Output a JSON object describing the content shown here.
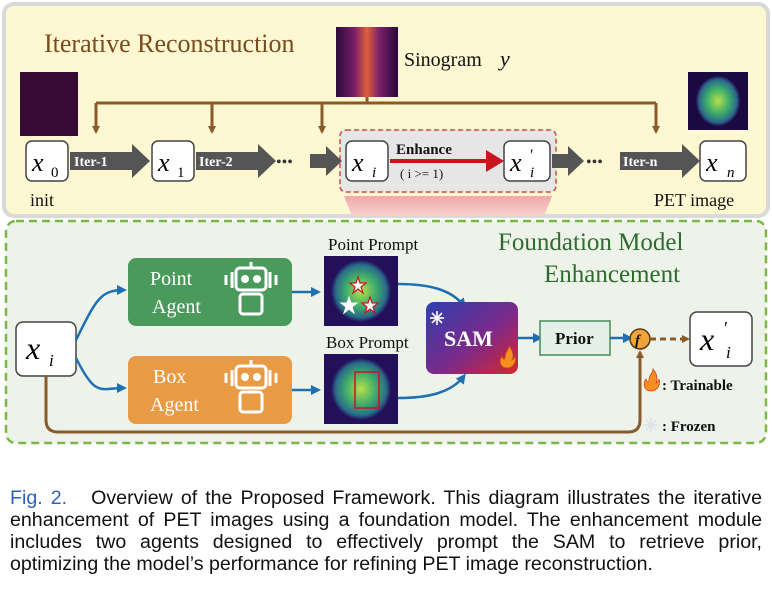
{
  "top": {
    "title": "Iterative Reconstruction",
    "sinogram_label": "Sinogram",
    "sinogram_var": "y",
    "init_label": "init",
    "pet_image_label": "PET image",
    "nodes": {
      "x0": "x",
      "x0_sub": "0",
      "x1": "x",
      "x1_sub": "1",
      "xi": "x",
      "xi_sub": "i",
      "xi_prime": "x",
      "xi_prime_sub": "i",
      "xi_prime_mark": "′",
      "xn": "x",
      "xn_sub": "n"
    },
    "iter1": "Iter-1",
    "iter2": "Iter-2",
    "itern": "Iter-n",
    "dots": "•••",
    "enhance": "Enhance",
    "enhance_cond": "( i >= 1)"
  },
  "bottom": {
    "title_line1": "Foundation Model",
    "title_line2": "Enhancement",
    "input": "x",
    "input_sub": "i",
    "point_agent_line1": "Point",
    "point_agent_line2": "Agent",
    "box_agent_line1": "Box",
    "box_agent_line2": "Agent",
    "point_prompt": "Point Prompt",
    "box_prompt": "Box Prompt",
    "sam": "SAM",
    "prior": "Prior",
    "fuse_symbol": "f",
    "output": "x",
    "output_sub": "i",
    "output_mark": "′",
    "legend_trainable": ": Trainable",
    "legend_frozen": ": Frozen"
  },
  "caption": {
    "label": "Fig. 2.",
    "text": "Overview of the Proposed Framework. This diagram illustrates the iterative enhancement of PET images using a foundation model. The enhancement module includes two agents designed to effectively prompt the SAM to retrieve prior, optimizing the model’s performance for refining PET image reconstruction."
  },
  "colors": {
    "top_bg": "#fdf7d2",
    "top_border": "#d9d9d9",
    "bottom_bg": "#eef3ea",
    "bottom_border": "#7ab648",
    "brown": "#8b5a2b",
    "arrow_dark": "#555555",
    "blue": "#1f6fb5",
    "point_agent": "#4a9a5c",
    "box_agent": "#e99a45",
    "title_brown": "#7a4b1e",
    "title_green": "#2e6b2e",
    "red_arrow": "#c9151e"
  },
  "icons": [
    "robot-icon",
    "snowflake-icon",
    "flame-icon",
    "star-icon"
  ]
}
